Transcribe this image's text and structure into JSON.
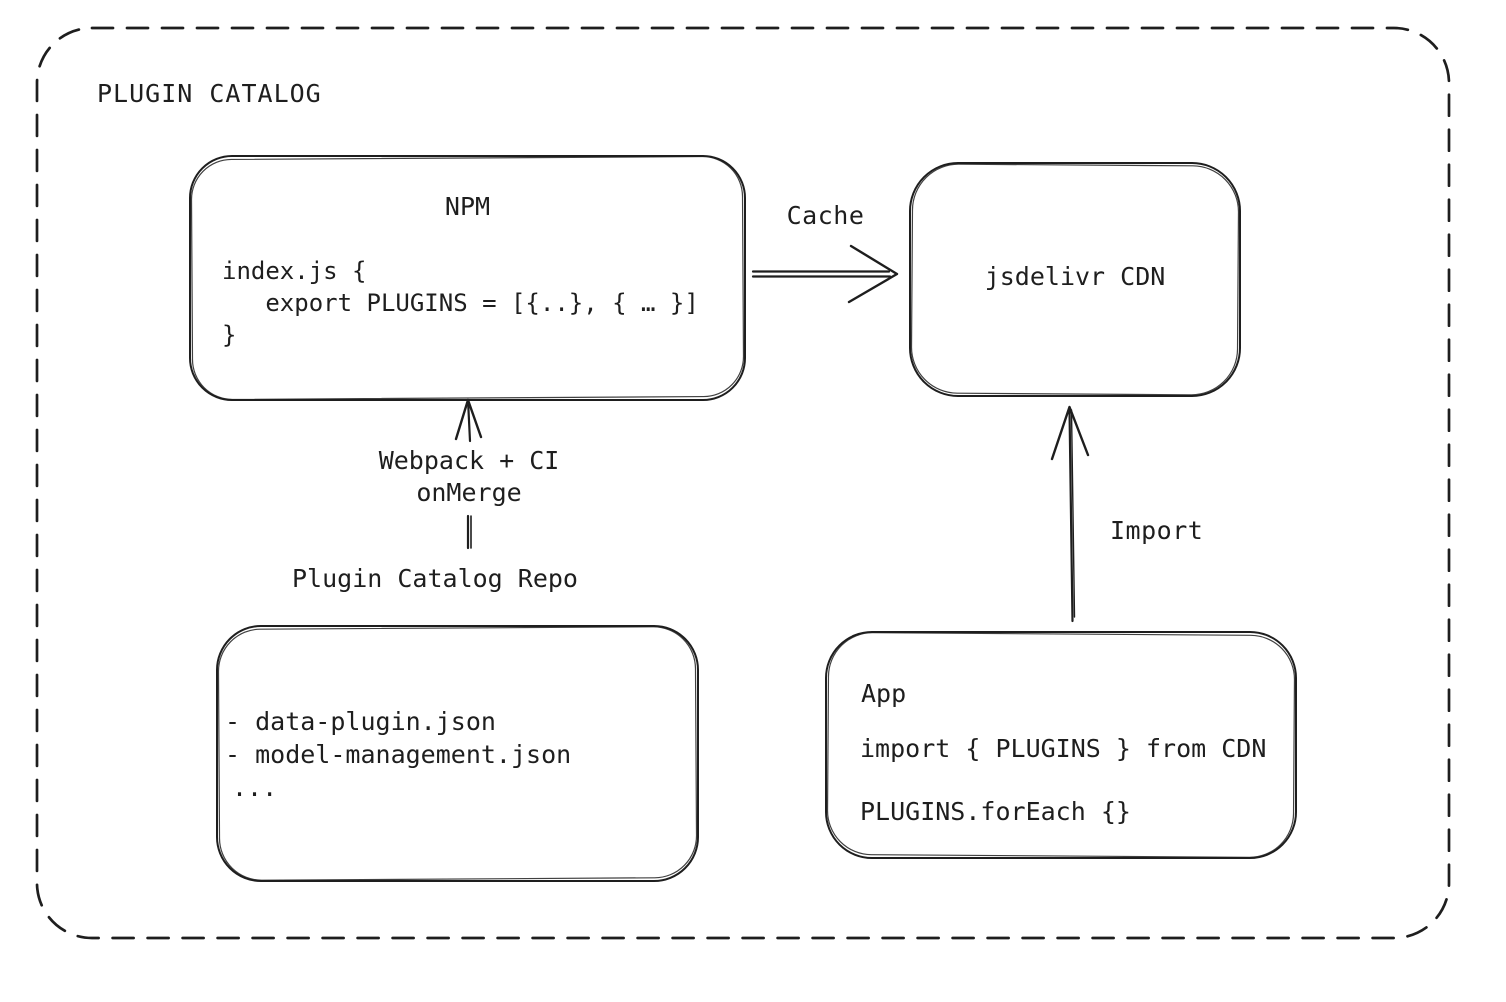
{
  "page": {
    "title": "PLUGIN CATALOG",
    "colors": {
      "stroke": "#1e1e1e",
      "background": "#ffffff"
    }
  },
  "nodes": {
    "npm": {
      "title": "NPM",
      "code": [
        "index.js {",
        "   export PLUGINS = [{..}, { … }]",
        "}"
      ]
    },
    "cdn": {
      "label": "jsdelivr CDN"
    },
    "repo": {
      "label": "Plugin Catalog Repo",
      "items": [
        "- data-plugin.json",
        "- model-management.json",
        "..."
      ]
    },
    "app": {
      "title": "App",
      "code": [
        "import { PLUGINS } from CDN",
        "PLUGINS.forEach {}"
      ]
    }
  },
  "edges": {
    "cache": {
      "label": "Cache"
    },
    "build": {
      "label_line1": "Webpack + CI",
      "label_line2": "onMerge"
    },
    "import": {
      "label": "Import"
    }
  }
}
